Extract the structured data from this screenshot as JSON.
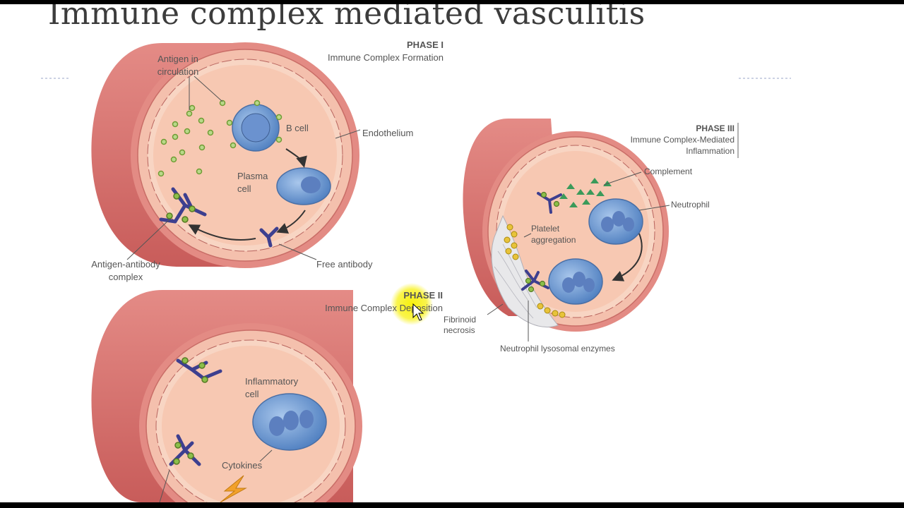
{
  "title": "Immune complex mediated vasculitis",
  "phase1": {
    "heading": "PHASE I",
    "subheading": "Immune Complex Formation",
    "labels": {
      "antigen_line1": "Antigen in",
      "antigen_line2": "circulation",
      "b_cell": "B cell",
      "endothelium": "Endothelium",
      "plasma_line1": "Plasma",
      "plasma_line2": "cell",
      "complex_line1": "Antigen-antibody",
      "complex_line2": "complex",
      "free_antibody": "Free antibody"
    }
  },
  "phase2": {
    "heading": "PHASE II",
    "subheading": "Immune Complex Deposition",
    "labels": {
      "inflammatory_line1": "Inflammatory",
      "inflammatory_line2": "cell",
      "cytokines": "Cytokines"
    }
  },
  "phase3": {
    "heading": "PHASE III",
    "subheading_line1": "Immune Complex-Mediated",
    "subheading_line2": "Inflammation",
    "labels": {
      "complement": "Complement",
      "neutrophil": "Neutrophil",
      "platelet_line1": "Platelet",
      "platelet_line2": "aggregation",
      "fibrinoid_line1": "Fibrinoid",
      "fibrinoid_line2": "necrosis",
      "lysosomal": "Neutrophil lysosomal enzymes"
    }
  },
  "colors": {
    "vessel_outer": "#d9706c",
    "vessel_wall": "#f3b7a6",
    "lumen": "#f6c6b0",
    "cell_blue": "#6f9fd8",
    "antibody": "#3d3f8f",
    "antigen": "#8cbf4a",
    "complement": "#3b9a5a",
    "highlight": "#f4f000"
  }
}
